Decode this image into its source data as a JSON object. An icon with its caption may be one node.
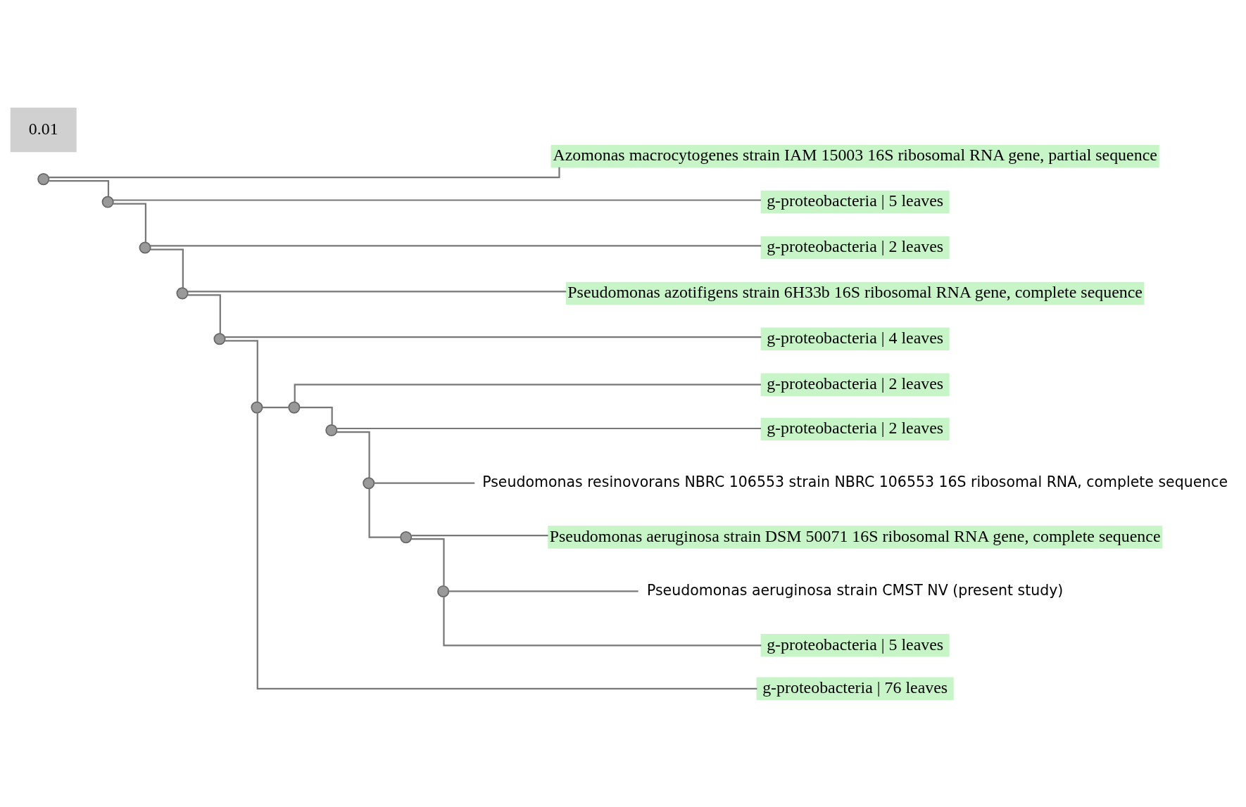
{
  "diagram": {
    "nodes": [
      {
        "text": [],
        "shape": "circle"
      },
      {
        "text": [
          "Azomonas macrocytogenes strain IAM 15003 16S ribosomal RNA gene, partial sequence"
        ]
      },
      {
        "text": [],
        "shape": "circle"
      },
      {
        "text": [
          "g-proteobacteria | 5 leaves"
        ]
      },
      {
        "text": [],
        "shape": "circle"
      },
      {
        "text": [
          "g-proteobacteria | 2 leaves"
        ]
      },
      {
        "text": [],
        "shape": "circle"
      },
      {
        "text": [
          "Pseudomonas azotifigens strain 6H33b 16S ribosomal RNA gene, complete sequence"
        ]
      },
      {
        "text": [],
        "shape": "circle"
      },
      {
        "text": [
          "g-proteobacteria | 4 leaves"
        ]
      },
      {
        "text": [],
        "shape": "circle"
      },
      {
        "text": [],
        "shape": "circle"
      },
      {
        "text": [
          "g-proteobacteria | 2 leaves"
        ]
      },
      {
        "text": [],
        "shape": "circle"
      },
      {
        "text": [
          "g-proteobacteria | 2 leaves"
        ]
      },
      {
        "text": [],
        "shape": "circle"
      },
      {
        "text": [
          "Pseudomonas resinovorans NBRC 106553 strain NBRC 106553 16S ribosomal RNA, complete sequence"
        ]
      },
      {
        "text": [],
        "shape": "circle"
      },
      {
        "text": [
          "Pseudomonas aeruginosa strain DSM 50071 16S ribosomal RNA gene, complete sequence"
        ]
      },
      {
        "text": [],
        "shape": "circle"
      },
      {
        "text": [
          "Pseudomonas aeruginosa strain CMST NV (present study)"
        ]
      },
      {
        "text": [
          "g-proteobacteria | 5 leaves"
        ]
      },
      {
        "text": [
          "g-proteobacteria | 76 leaves"
        ]
      }
    ],
    "edges": [
      {
        "from": 0,
        "to": 1,
        "arrow": "none"
      },
      {
        "from": 0,
        "to": 2,
        "arrow": "none"
      },
      {
        "from": 2,
        "to": 3,
        "arrow": "none"
      },
      {
        "from": 2,
        "to": 4,
        "arrow": "none"
      },
      {
        "from": 4,
        "to": 5,
        "arrow": "none"
      },
      {
        "from": 4,
        "to": 6,
        "arrow": "none"
      },
      {
        "from": 6,
        "to": 7,
        "arrow": "none"
      },
      {
        "from": 6,
        "to": 8,
        "arrow": "none"
      },
      {
        "from": 8,
        "to": 9,
        "arrow": "none"
      },
      {
        "from": 8,
        "to": 10,
        "arrow": "none"
      },
      {
        "from": 10,
        "to": 11,
        "arrow": "none"
      },
      {
        "from": 11,
        "to": 12,
        "arrow": "none"
      },
      {
        "from": 11,
        "to": 13,
        "arrow": "none"
      },
      {
        "from": 13,
        "to": 14,
        "arrow": "none"
      },
      {
        "from": 13,
        "to": 15,
        "arrow": "none"
      },
      {
        "from": 15,
        "to": 16,
        "arrow": "none"
      },
      {
        "from": 15,
        "to": 17,
        "arrow": "none"
      },
      {
        "from": 17,
        "to": 18,
        "arrow": "none"
      },
      {
        "from": 17,
        "to": 19,
        "arrow": "none"
      },
      {
        "from": 19,
        "to": 20,
        "arrow": "none"
      },
      {
        "from": 19,
        "to": 21,
        "arrow": "none"
      },
      {
        "from": 10,
        "to": 22,
        "arrow": "none"
      }
    ],
    "labels": [
      "0.01"
    ]
  }
}
